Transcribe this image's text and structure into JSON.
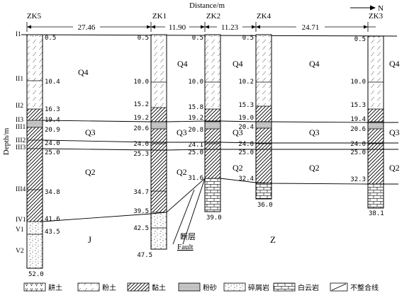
{
  "figure": {
    "axis_top_label": "Distance/m",
    "axis_left_label": "Depth/m",
    "north_label": "N",
    "distances": [
      "27.46",
      "11.90",
      "11.23",
      "24.71"
    ],
    "boreholes": [
      {
        "name": "ZK5",
        "total_depth": "52.0",
        "depths": [
          "0.5",
          "10.4",
          "16.3",
          "19.4",
          "20.9",
          "24.0",
          "25.0",
          "34.8",
          "41.6",
          "43.5"
        ]
      },
      {
        "name": "ZK1",
        "total_depth": "47.5",
        "depths": [
          "0.5",
          "10.0",
          "15.2",
          "19.2",
          "20.6",
          "24.0",
          "25.3",
          "34.7",
          "39.5",
          "42.5"
        ]
      },
      {
        "name": "ZK2",
        "total_depth": "39.0",
        "depths": [
          "0.5",
          "10.0",
          "15.8",
          "19.2",
          "20.8",
          "24.1",
          "25.0",
          "31.6"
        ]
      },
      {
        "name": "ZK4",
        "total_depth": "36.0",
        "depths": [
          "0.5",
          "10.2",
          "15.3",
          "19.0",
          "20.4",
          "24.0",
          "25.0",
          "32.4"
        ]
      },
      {
        "name": "ZK3",
        "total_depth": "38.1",
        "depths": [
          "0.5",
          "10.0",
          "15.3",
          "19.4",
          "20.6",
          "24.0",
          "25.0",
          "32.3"
        ]
      }
    ],
    "layer_ids": [
      "I1",
      "II1",
      "II2",
      "II3",
      "III1",
      "III2",
      "III3",
      "III4",
      "IV1",
      "V1",
      "V2"
    ],
    "strata_labels": {
      "q4": "Q4",
      "q3": "Q3",
      "q2": "Q2",
      "j": "J",
      "z": "Z"
    },
    "fault_cn": "断层",
    "fault_en": "Fault",
    "legend": [
      {
        "id": "topsoil",
        "label": "耕土"
      },
      {
        "id": "silt",
        "label": "粉土"
      },
      {
        "id": "clay",
        "label": "黏土"
      },
      {
        "id": "siltsand",
        "label": "粉砂"
      },
      {
        "id": "clastic",
        "label": "碎屑岩"
      },
      {
        "id": "dolomite",
        "label": "白云岩"
      },
      {
        "id": "unconformity",
        "label": "不整合线"
      }
    ]
  }
}
